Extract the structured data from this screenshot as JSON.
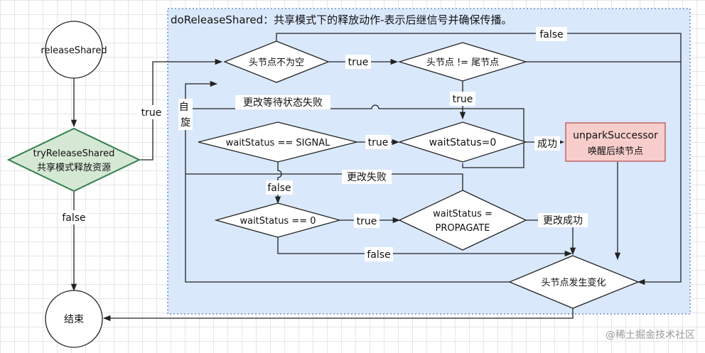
{
  "group": {
    "title": "doReleaseShared：共享模式下的释放动作-表示后继信号并确保传播。",
    "fill": "#dae8fc"
  },
  "nodes": {
    "release_shared": "releaseShared",
    "try_release": {
      "line1": "tryReleaseShared",
      "line2": "共享模式释放资源"
    },
    "end": "结束",
    "head_not_null": "头节点不为空",
    "head_not_tail": "头节点 != 尾节点",
    "ws_signal": "waitStatus == SIGNAL",
    "ws_cas_zero": "waitStatus=0",
    "unpark": {
      "line1": "unparkSuccessor",
      "line2": "唤醒后续节点"
    },
    "ws_zero": "waitStatus == 0",
    "ws_propagate": {
      "line1": "waitStatus =",
      "line2": "PROPAGATE"
    },
    "head_changed": "头节点发生变化"
  },
  "edges": {
    "try_true": "true",
    "try_false": "false",
    "head_not_null_true": "true",
    "head_not_null_false": "false",
    "head_not_tail_true": "true",
    "spin": "自旋",
    "update_wait_fail": "更改等待状态失败",
    "signal_true": "true",
    "signal_false": "false",
    "success": "成功",
    "change_fail": "更改失败",
    "zero_true": "true",
    "change_success": "更改成功",
    "zero_false": "false"
  },
  "colors": {
    "try_release_fill": "#d5e8d4",
    "try_release_stroke": "#33804f",
    "unpark_fill": "#f8cecc",
    "unpark_stroke": "#b85450",
    "group_border": "#4f7fc0"
  },
  "watermark": "@稀土掘金技术社区"
}
